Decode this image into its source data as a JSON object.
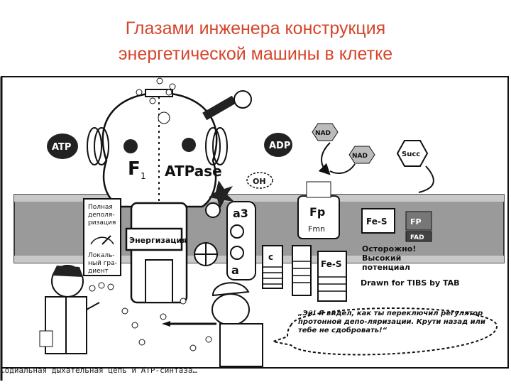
{
  "title": {
    "line1": "Глазами инженера конструкция",
    "line2": "энергетической машины в клетке"
  },
  "cartoon": {
    "labels": {
      "atp_left": "ATP",
      "adp_right": "ADP",
      "f1": "F",
      "f1_sub": "1",
      "atpase": "ATPase",
      "nad_top": "NAD",
      "nad_mid": "NAD",
      "succ": "Succ",
      "fp": "Fp",
      "fmn": "Fmn",
      "fe_s_1": "Fe-S",
      "fe_s_2": "Fe-S",
      "fp_small": "FP",
      "fad": "FAD",
      "a3": "a3",
      "a": "a",
      "c": "c",
      "oh": "OH",
      "caution": "Осторожно!",
      "high_voltage_1": "Высокий",
      "high_voltage_2": "потенциал",
      "drawn_for": "Drawn for TIBS by TAB",
      "energization": "Энергизация",
      "full_depol_1": "Полная",
      "full_depol_2": "деполя-",
      "full_depol_3": "ризация",
      "local_grad_1": "Локаль-",
      "local_grad_2": "ный гра-",
      "local_grad_3": "диент",
      "speech": "„Эй! Я видел, как ты переключил регулятор протонной депо-ляризации. Крути назад или тебе не сдобровать!“"
    }
  },
  "bottom_caption": "…одиальная дыхательная цепь и АТР-синтаза…",
  "colors": {
    "title": "#d6452a",
    "ink": "#111111",
    "membrane": "#8a8a8a"
  }
}
